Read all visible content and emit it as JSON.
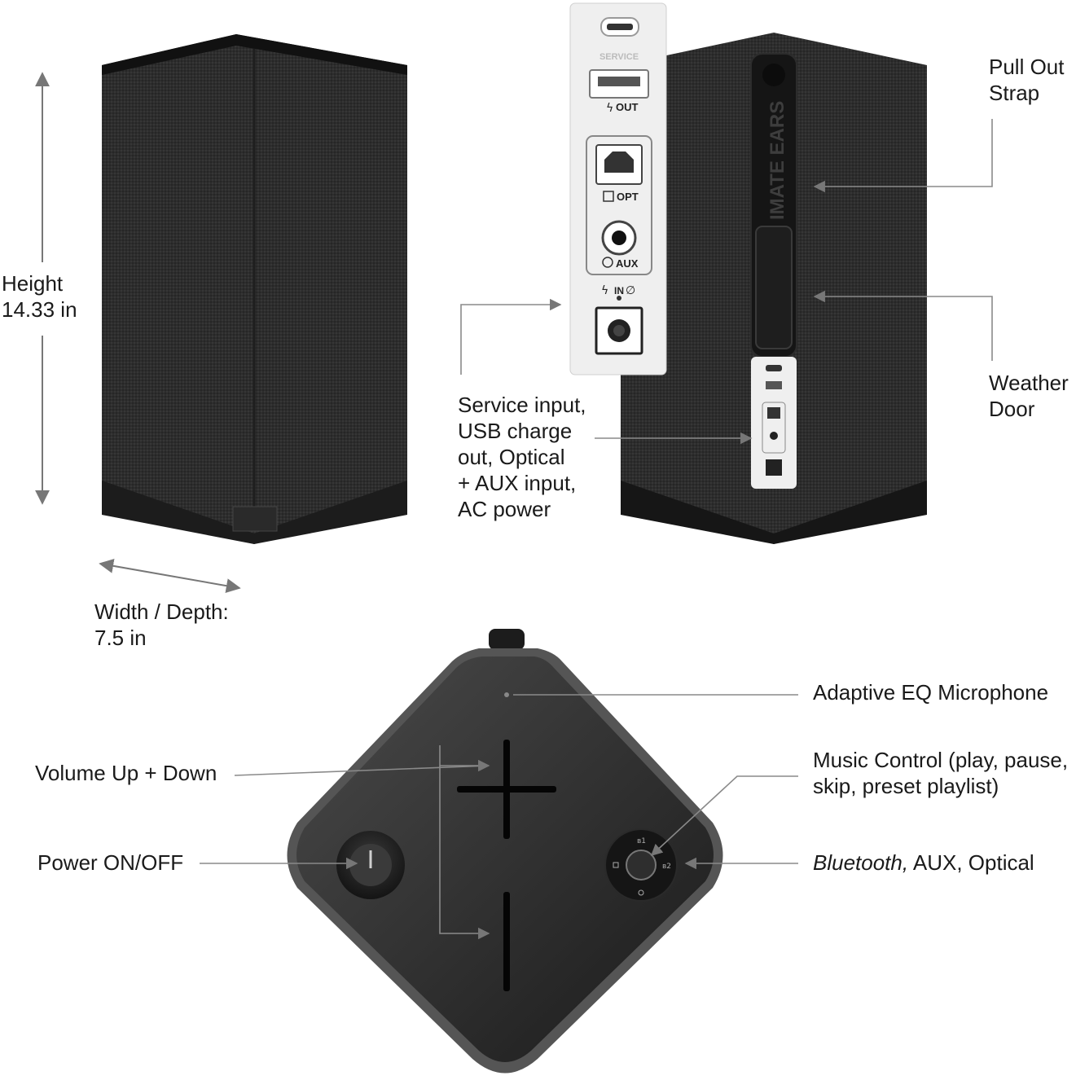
{
  "dimensions": {
    "height_label": "Height\n14.33 in",
    "width_label": "Width / Depth:\n7.5 in"
  },
  "callouts": {
    "pull_out_strap": "Pull Out\nStrap",
    "weather_door": "Weather\nDoor",
    "ports": "Service input,\nUSB charge\nout, Optical\n+ AUX input,\nAC power",
    "adaptive_eq_mic": "Adaptive EQ Microphone",
    "music_control": "Music Control (play, pause,\nskip, preset playlist)",
    "volume": "Volume Up + Down",
    "power": "Power ON/OFF",
    "source_bluetooth": "Bluetooth,",
    "source_rest": " AUX, Optical"
  },
  "port_panel": {
    "service": "SERVICE",
    "usb_out": "OUT",
    "optical": "OPT",
    "aux": "AUX",
    "power_in": "IN"
  },
  "strap_brand": "IMATE EARS",
  "colors": {
    "speaker_body": "#262626",
    "speaker_fabric": "#2e2e2e",
    "panel": "#efefef",
    "leader_line": "#8a8a8a",
    "text": "#1a1a1a"
  }
}
